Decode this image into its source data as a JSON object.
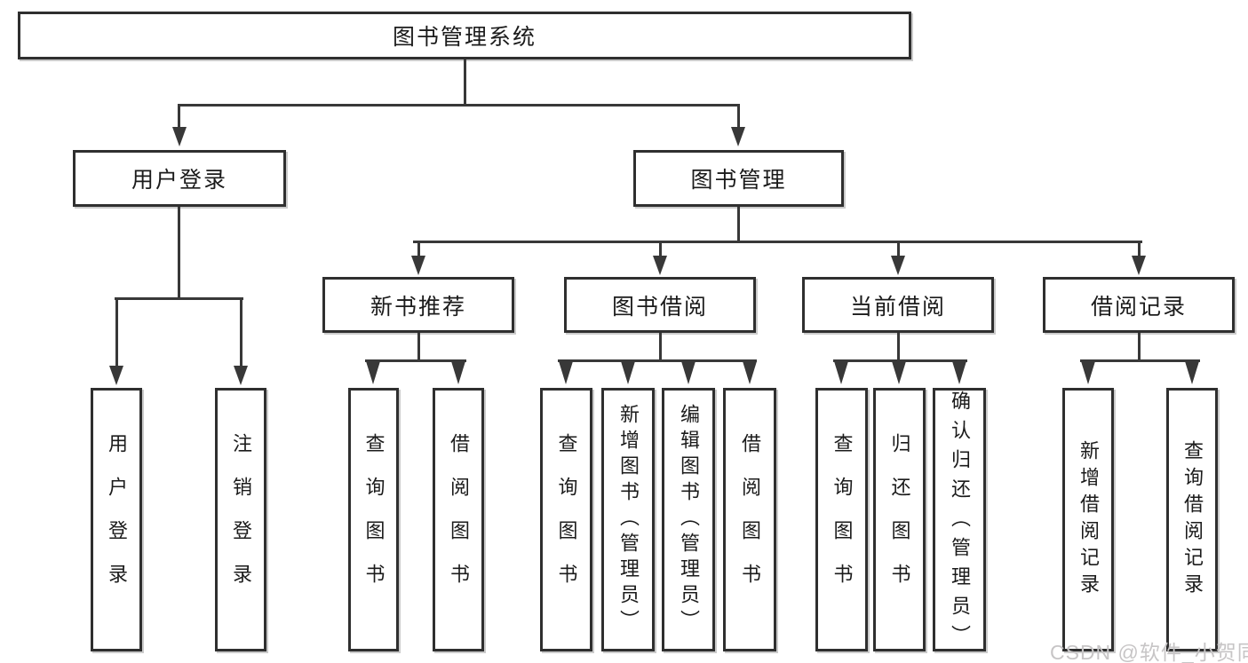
{
  "tree": {
    "root": {
      "label": "图书管理系统"
    },
    "children": [
      {
        "label": "用户登录",
        "children": [
          {
            "label": "用户登录"
          },
          {
            "label": "注销登录"
          }
        ]
      },
      {
        "label": "图书管理",
        "children": [
          {
            "label": "新书推荐",
            "children": [
              {
                "label": "查询图书"
              },
              {
                "label": "借阅图书"
              }
            ]
          },
          {
            "label": "图书借阅",
            "children": [
              {
                "label": "查询图书"
              },
              {
                "label": "新增图书（管理员）"
              },
              {
                "label": "编辑图书（管理员）"
              },
              {
                "label": "借阅图书"
              }
            ]
          },
          {
            "label": "当前借阅",
            "children": [
              {
                "label": "查询图书"
              },
              {
                "label": "归还图书"
              },
              {
                "label": "确认归还（管理员）"
              }
            ]
          },
          {
            "label": "借阅记录",
            "children": [
              {
                "label": "新增借阅记录"
              },
              {
                "label": "查询借阅记录"
              }
            ]
          }
        ]
      }
    ]
  },
  "watermark": {
    "text": "CSDN @软件_小贺同学"
  },
  "colors": {
    "line": "#383838",
    "border": "#2f2f2f",
    "text": "#1b1b1b",
    "watermark": "#c7c5c6",
    "background": "#ffffff"
  }
}
